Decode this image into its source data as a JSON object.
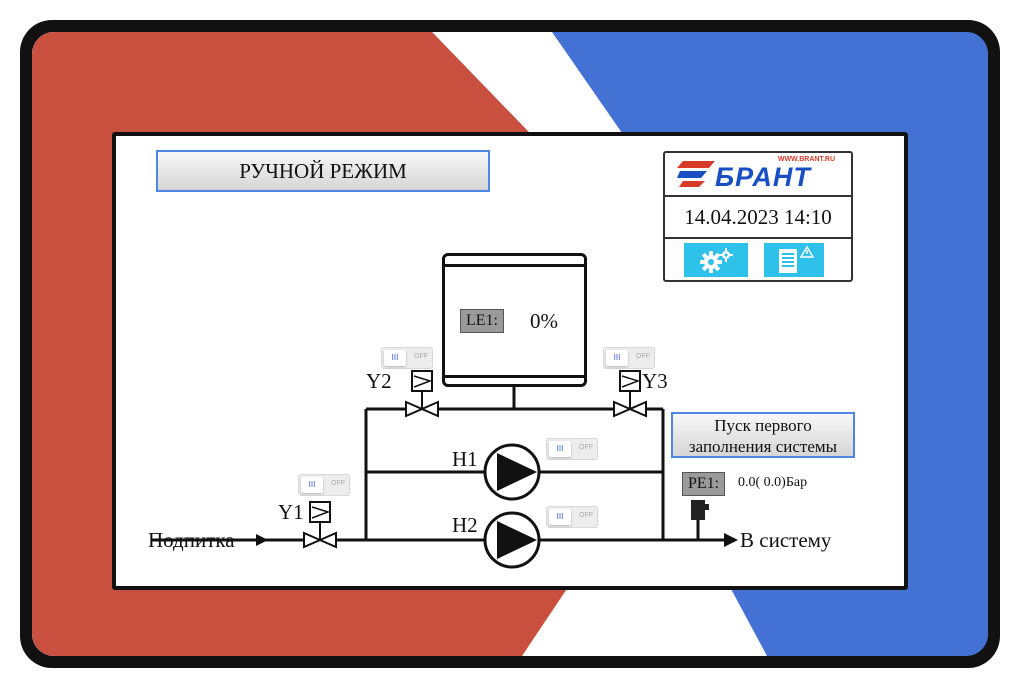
{
  "header": {
    "mode_label": "РУЧНОЙ РЕЖИМ"
  },
  "info_panel": {
    "brand_name": "БРАНТ",
    "brand_url": "WWW.BRANT.RU",
    "datetime": "14.04.2023  14:10",
    "settings_icon": "gears-icon",
    "log_icon": "alarm-log-icon"
  },
  "tank": {
    "tag": "LE1:",
    "level_text": "0%"
  },
  "valves": {
    "y1": {
      "label": "Y1",
      "toggle_state": "OFF"
    },
    "y2": {
      "label": "Y2",
      "toggle_state": "OFF"
    },
    "y3": {
      "label": "Y3",
      "toggle_state": "OFF"
    }
  },
  "pumps": {
    "h1": {
      "label": "H1",
      "toggle_state": "OFF"
    },
    "h2": {
      "label": "H2",
      "toggle_state": "OFF"
    }
  },
  "toggle_knob_glyph": "III",
  "start_button": {
    "line1": "Пуск первого",
    "line2": "заполнения системы"
  },
  "pressure": {
    "tag": "PE1:",
    "value_text": "0.0( 0.0)Бар"
  },
  "pipes": {
    "inlet_label": "Подпитка",
    "outlet_label": "В систему"
  },
  "colors": {
    "red_wedge": "#c9503f",
    "blue_wedge": "#4472d4",
    "button_border": "#4f86e6",
    "icon_button": "#2ec1ea"
  }
}
